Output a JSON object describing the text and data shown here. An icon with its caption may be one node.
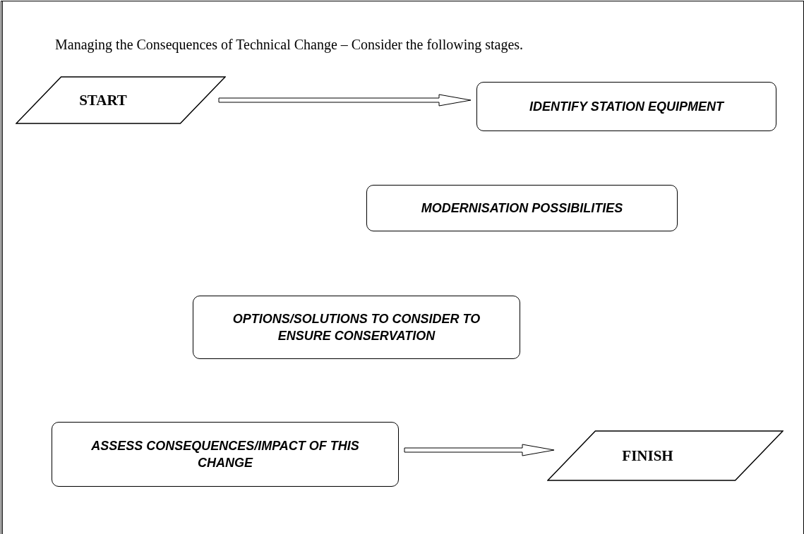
{
  "diagram": {
    "title": "Managing the Consequences of Technical Change – Consider the following stages.",
    "nodes": [
      {
        "text": [
          "START"
        ]
      },
      {
        "text": [
          "IDENTIFY STATION EQUIPMENT"
        ]
      },
      {
        "text": [
          "MODERNISATION POSSIBILITIES"
        ]
      },
      {
        "text": [
          "OPTIONS/SOLUTIONS TO CONSIDER TO ENSURE CONSERVATION"
        ]
      },
      {
        "text": [
          "ASSESS CONSEQUENCES/IMPACT OF THIS CHANGE"
        ]
      },
      {
        "text": [
          "FINISH"
        ]
      }
    ],
    "edges": [
      {
        "from": 0,
        "to": 1,
        "arrow": "to"
      },
      {
        "from": 4,
        "to": 5,
        "arrow": "to"
      }
    ]
  }
}
